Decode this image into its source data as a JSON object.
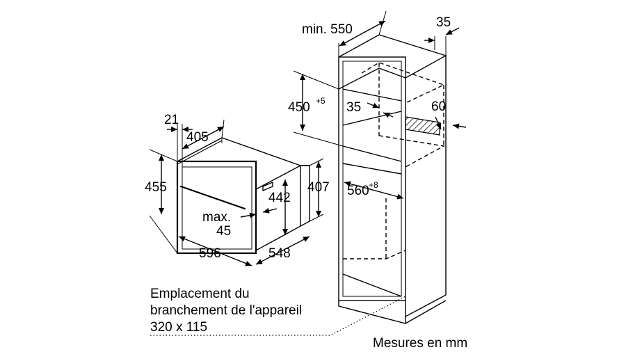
{
  "oven": {
    "depth_top": "21",
    "front_depth": "405",
    "height_outer": "455",
    "height_inner": "442",
    "height_back": "407",
    "max_label": "max.",
    "max_value": "45",
    "width": "596",
    "depth": "548"
  },
  "cabinet": {
    "min_label": "min. 550",
    "side_clearance": "35",
    "niche_height": "450",
    "niche_height_tol": "+5",
    "rear_gap": "35",
    "vent_depth": "60",
    "niche_width": "560",
    "niche_width_tol": "+8"
  },
  "note": {
    "line1": "Emplacement du",
    "line2": "branchement de l'appareil",
    "line3": "320 x 115"
  },
  "units_note": "Mesures en mm"
}
